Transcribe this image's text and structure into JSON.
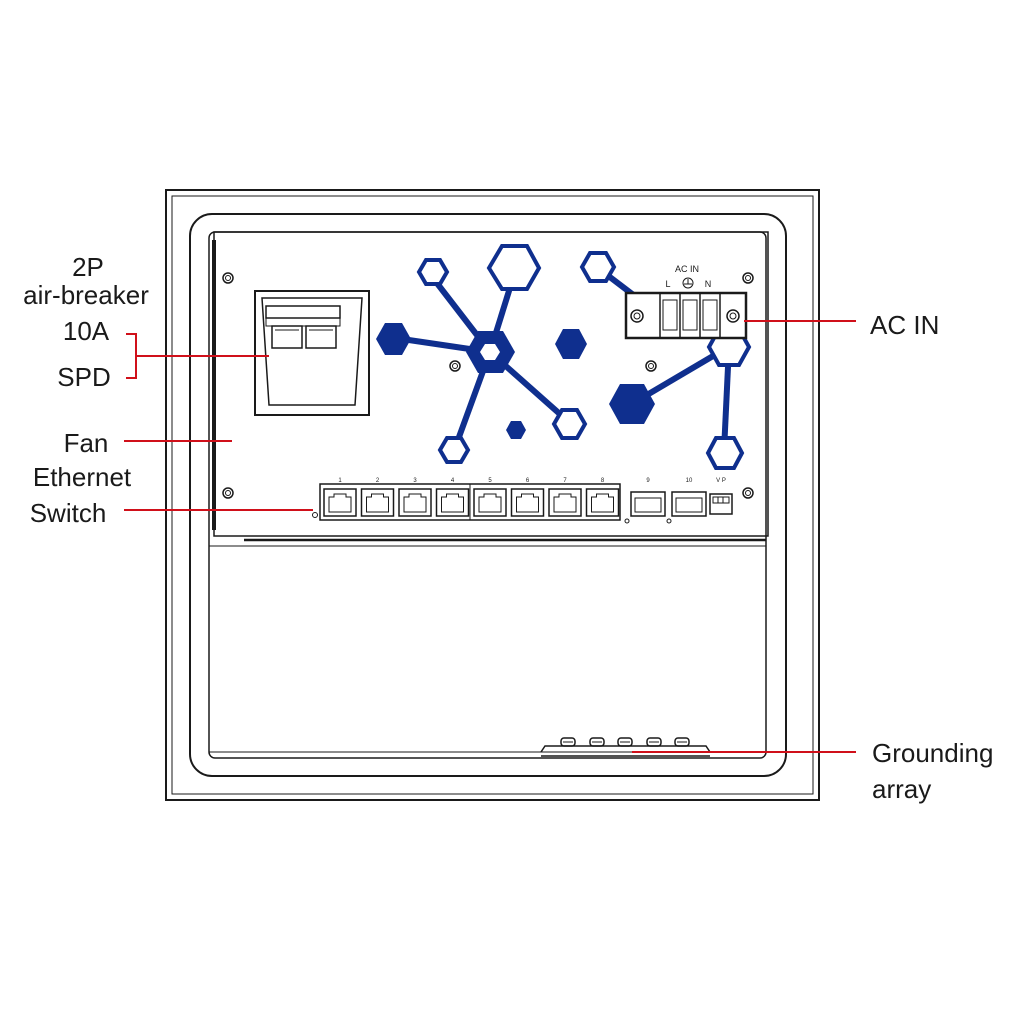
{
  "callouts": {
    "air_breaker_line1": "2P",
    "air_breaker_line2": "air-breaker",
    "amp_rating": "10A",
    "spd": "SPD",
    "fan": "Fan",
    "ethernet_switch_line1": "Ethernet",
    "ethernet_switch_line2": "Switch",
    "ac_in": "AC IN",
    "grounding_line1": "Grounding",
    "grounding_line2": "array"
  },
  "terminal_block": {
    "title": "AC IN",
    "labels": [
      "L",
      "N"
    ]
  },
  "switch_ports": {
    "rj45_numbers": [
      "1",
      "2",
      "3",
      "4",
      "5",
      "6",
      "7",
      "8"
    ],
    "sfp_numbers": [
      "9",
      "10"
    ],
    "power_label": "V P"
  },
  "colors": {
    "line": "#1a1a1a",
    "callout_line": "#d0101a",
    "graphic_blue": "#0f2f8e"
  }
}
